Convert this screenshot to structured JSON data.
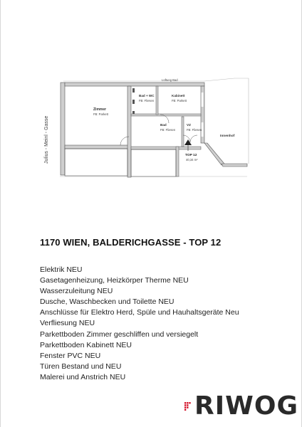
{
  "floorplan": {
    "street_label": "Julius - Meinl - Gasse",
    "rooms": [
      {
        "name": "Zimmer",
        "floor": "FB: Parkett"
      },
      {
        "name": "Bad + WC",
        "floor": "FB: Fliesen"
      },
      {
        "name": "Kabinett",
        "floor": "FB: Parkett"
      },
      {
        "name": "Bad",
        "floor": "FB: Fliesen"
      },
      {
        "name": "VZ",
        "floor": "FB: Fliesen"
      }
    ],
    "luftung": "Lüftung Bad",
    "innenhof": "Innenhof",
    "unit": "TOP 12",
    "area": "40,34 m²"
  },
  "title": "1170 WIEN, BALDERICHGASSE - TOP 12",
  "features": [
    "Elektrik NEU",
    "Gasetagenheizung, Heizkörper Therme NEU",
    "Wasserzuleitung NEU",
    "Dusche, Waschbecken und Toilette NEU",
    "Anschlüsse für Elektro Herd, Spüle und Hauhaltsgeräte Neu",
    "Verfliesung NEU",
    "Parkettboden Zimmer geschliffen und versiegelt",
    "Parkettboden Kabinett NEU",
    "Fenster PVC NEU",
    "Türen Bestand und NEU",
    "Malerei und Anstrich NEU"
  ],
  "logo": {
    "text": "RIWOG"
  }
}
